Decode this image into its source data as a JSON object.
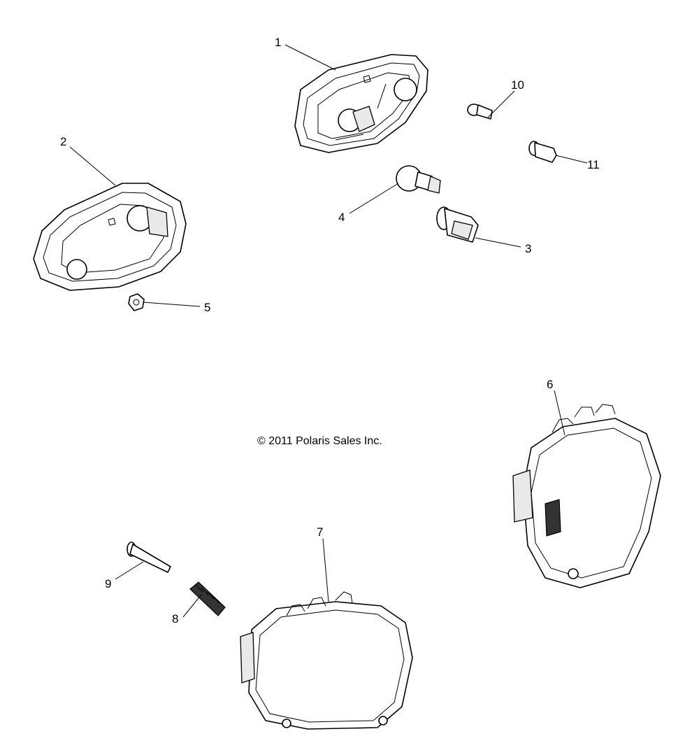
{
  "copyright": "© 2011 Polaris Sales Inc.",
  "callouts": [
    {
      "id": "1",
      "label": "1"
    },
    {
      "id": "2",
      "label": "2"
    },
    {
      "id": "3",
      "label": "3"
    },
    {
      "id": "4",
      "label": "4"
    },
    {
      "id": "5",
      "label": "5"
    },
    {
      "id": "6",
      "label": "6"
    },
    {
      "id": "7",
      "label": "7"
    },
    {
      "id": "8",
      "label": "8"
    },
    {
      "id": "9",
      "label": "9"
    },
    {
      "id": "10",
      "label": "10"
    },
    {
      "id": "11",
      "label": "11"
    }
  ]
}
